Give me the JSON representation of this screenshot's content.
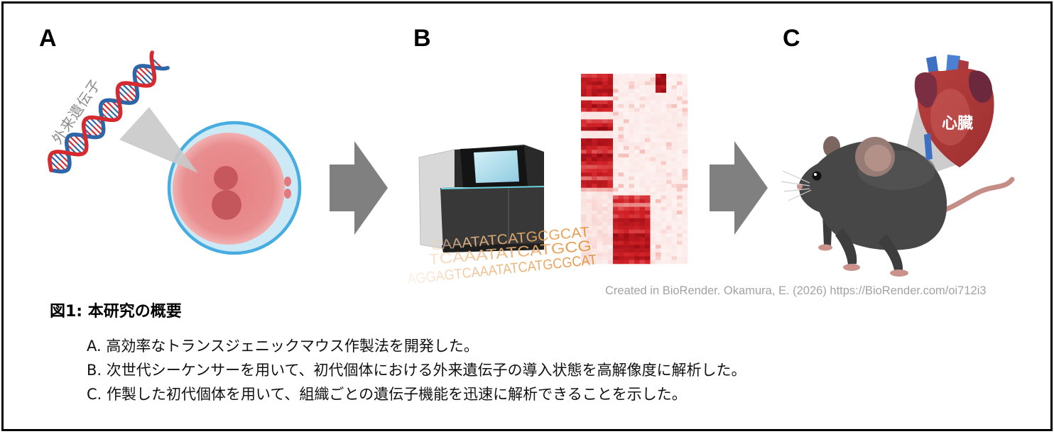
{
  "panels": {
    "a": {
      "label": "A",
      "dna_label": "外来遺伝子"
    },
    "b": {
      "label": "B",
      "sequence_lines": [
        "CAAATATCATGCGCAT",
        "TCAAATATCATGCG",
        "AGGAGTCAAATATCATGCGCAT"
      ]
    },
    "c": {
      "label": "C",
      "organ_label": "心臓"
    }
  },
  "credit": "Created in BioRender. Okamura, E. (2026) https://BioRender.com/oi712i3",
  "caption": {
    "title": "図1: 本研究の概要",
    "items": [
      "A. 高効率なトランスジェニックマウス作製法を開発した。",
      "B. 次世代シーケンサーを用いて、初代個体における外来遺伝子の導入状態を高解像度に解析した。",
      "C. 作製した初代個体を用いて、組織ごとの遺伝子機能を迅速に解析できることを示した。"
    ]
  },
  "colors": {
    "dna_strand_1": "#d62a2f",
    "dna_strand_2": "#2c66a8",
    "arrow": "#808080",
    "sequence_text": "#e4923f",
    "heatmap_high": "#d32228",
    "mouse": "#474747",
    "heart": "#b8403d"
  }
}
